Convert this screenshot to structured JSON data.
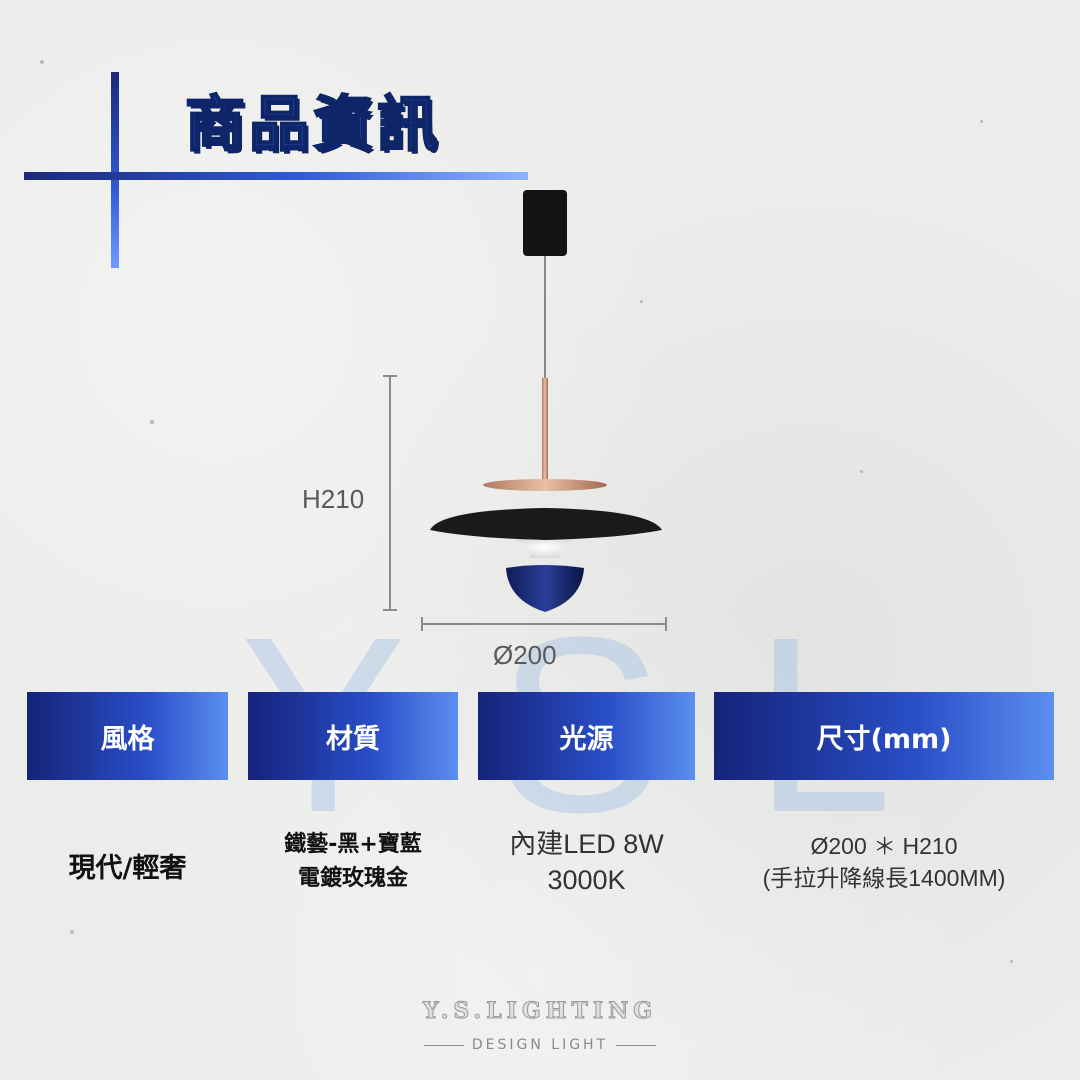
{
  "header": {
    "title": "商品資訊"
  },
  "watermark": {
    "text": "YSL"
  },
  "product": {
    "dimension_height_label": "H210",
    "dimension_diameter_label": "Ø200"
  },
  "specs": [
    {
      "heading": "風格",
      "value_lines": [
        "現代/輕奢"
      ]
    },
    {
      "heading": "材質",
      "value_lines": [
        "鐵藝-黑+寶藍",
        "電鍍玫瑰金"
      ]
    },
    {
      "heading": "光源",
      "value_lines": [
        "內建LED 8W",
        "3000K"
      ]
    },
    {
      "heading": "尺寸(mm)",
      "value_lines": [
        "Ø200 ＊ H210",
        "(手拉升降線長1400MM)"
      ]
    }
  ],
  "footer": {
    "brand": "Y.S.LIGHTING",
    "tagline": "DESIGN LIGHT"
  },
  "colors": {
    "accent_dark": "#15237a",
    "accent": "#2a4fc8",
    "accent_light": "#5b8ff0"
  }
}
